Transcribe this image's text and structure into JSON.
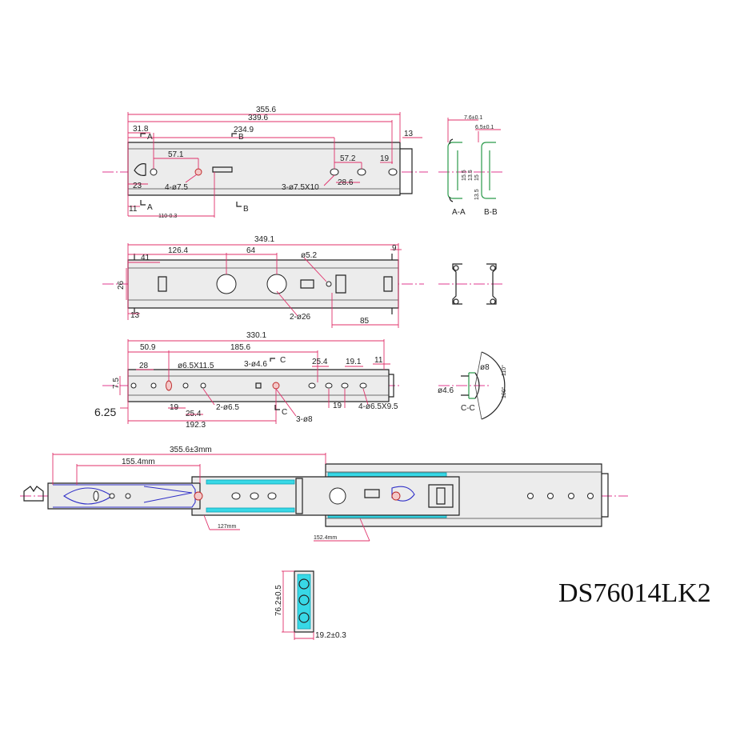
{
  "model": "DS76014LK2",
  "view1": {
    "dims": [
      "355.6",
      "339.6",
      "31.8",
      "234.9",
      "13",
      "57.1",
      "57.2",
      "19",
      "23",
      "4-ø7.5",
      "3-ø7.5X10",
      "28.6",
      "11",
      "110-0.3"
    ],
    "sections": [
      "A",
      "A",
      "B",
      "B"
    ]
  },
  "sections_ab": {
    "dims": [
      "7.6±0.1",
      "6.5±0.1",
      "15.5",
      "13.5",
      "15",
      "13.5"
    ],
    "labels": [
      "A-A",
      "B-B"
    ]
  },
  "view2": {
    "dims": [
      "349.1",
      "9",
      "41",
      "126.4",
      "64",
      "ø5.2",
      "26",
      "13",
      "2-ø26",
      "85"
    ]
  },
  "view3": {
    "dims": [
      "330.1",
      "50.9",
      "185.6",
      "28",
      "ø6.5X11.5",
      "3-ø4.6",
      "25.4",
      "19.1",
      "11",
      "7.5",
      "6.25",
      "19",
      "25.4",
      "2-ø6.5",
      "19",
      "4-ø6.5X9.5",
      "192.3",
      "3-ø8"
    ],
    "sections": [
      "C",
      "C"
    ]
  },
  "section_cc": {
    "dims": [
      "ø8",
      "ø4.6",
      "100°",
      "110°"
    ],
    "label": "C-C"
  },
  "assembly": {
    "dims": [
      "355.6±3mm",
      "155.4mm",
      "127mm",
      "152.4mm"
    ]
  },
  "end_view": {
    "dims": [
      "76.2±0.5",
      "19.2±0.3"
    ]
  }
}
